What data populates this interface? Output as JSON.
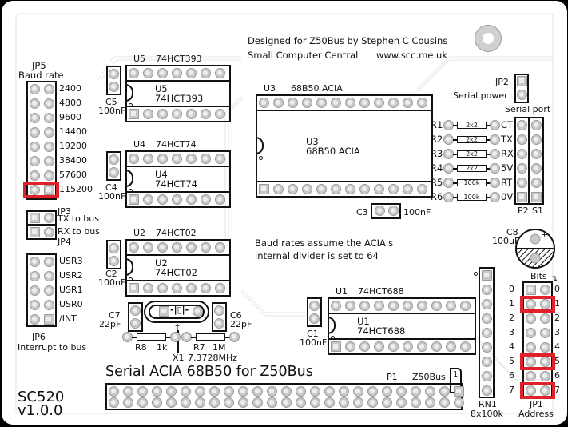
{
  "board": {
    "title": "Serial ACIA 68B50 for Z50Bus",
    "model": "SC520",
    "version": "v1.0.0",
    "credit_line1": "Designed for Z50Bus by Stephen C Cousins",
    "credit_line2": "Small Computer Central",
    "website": "www.scc.me.uk",
    "note_line1": "Baud rates assume the ACIA's",
    "note_line2": "internal divider is set to 64",
    "highlight_color": "#e0202a"
  },
  "jp5": {
    "ref": "JP5",
    "label": "Baud rate",
    "rates": [
      "2400",
      "4800",
      "9600",
      "14400",
      "19200",
      "38400",
      "57600",
      "115200"
    ],
    "selected": "115200"
  },
  "jp3": {
    "ref": "JP3",
    "label": "TX to bus"
  },
  "jp4": {
    "ref": "JP4",
    "label": "RX to bus"
  },
  "jp6": {
    "ref": "JP6",
    "label": "Interrupt to bus",
    "rows": [
      "USR3",
      "USR2",
      "USR1",
      "USR0",
      "/INT"
    ]
  },
  "ics": {
    "u5": {
      "ref": "U5",
      "part": "74HCT393"
    },
    "u4": {
      "ref": "U4",
      "part": "74HCT74"
    },
    "u2": {
      "ref": "U2",
      "part": "74HCT02"
    },
    "u3": {
      "ref": "U3",
      "part": "68B50 ACIA"
    },
    "u1": {
      "ref": "U1",
      "part": "74HCT688"
    }
  },
  "caps": {
    "c5": {
      "ref": "C5",
      "value": "100nF"
    },
    "c4": {
      "ref": "C4",
      "value": "100nF"
    },
    "c2": {
      "ref": "C2",
      "value": "100nF"
    },
    "c3": {
      "ref": "C3",
      "value": "100nF"
    },
    "c1": {
      "ref": "C1",
      "value": "100nF"
    },
    "c7": {
      "ref": "C7",
      "value": "22pF"
    },
    "c6": {
      "ref": "C6",
      "value": "22pF"
    },
    "c8": {
      "ref": "C8",
      "value": "100uF"
    }
  },
  "crystal": {
    "ref": "X1",
    "value": "7.3728MHz"
  },
  "r8": {
    "ref": "R8",
    "value": "1k"
  },
  "r7": {
    "ref": "R7",
    "value": "1M"
  },
  "serial_resistors": [
    {
      "ref": "R1",
      "value": "2k2",
      "signal": "CT"
    },
    {
      "ref": "R2",
      "value": "2k2",
      "signal": "TX"
    },
    {
      "ref": "R3",
      "value": "2k2",
      "signal": "RX"
    },
    {
      "ref": "R4",
      "value": "2k2",
      "signal": "5V"
    },
    {
      "ref": "R5",
      "value": "100k",
      "signal": "RT"
    },
    {
      "ref": "R6",
      "value": "100k",
      "signal": "0V"
    }
  ],
  "jp2": {
    "ref": "JP2",
    "label": "Serial power"
  },
  "serial_port": {
    "label": "Serial port",
    "p2": "P2",
    "s1": "S1"
  },
  "rn1": {
    "ref": "RN1",
    "value": "8x100k"
  },
  "jp1": {
    "ref": "JP1",
    "label": "Address",
    "bits_label": "Bits",
    "bits": [
      "0",
      "1",
      "2",
      "3",
      "4",
      "5",
      "6",
      "7"
    ],
    "fitted": [
      "1",
      "5",
      "7"
    ]
  },
  "p1": {
    "ref": "P1",
    "bus": "Z50Bus",
    "pin1": "1"
  }
}
